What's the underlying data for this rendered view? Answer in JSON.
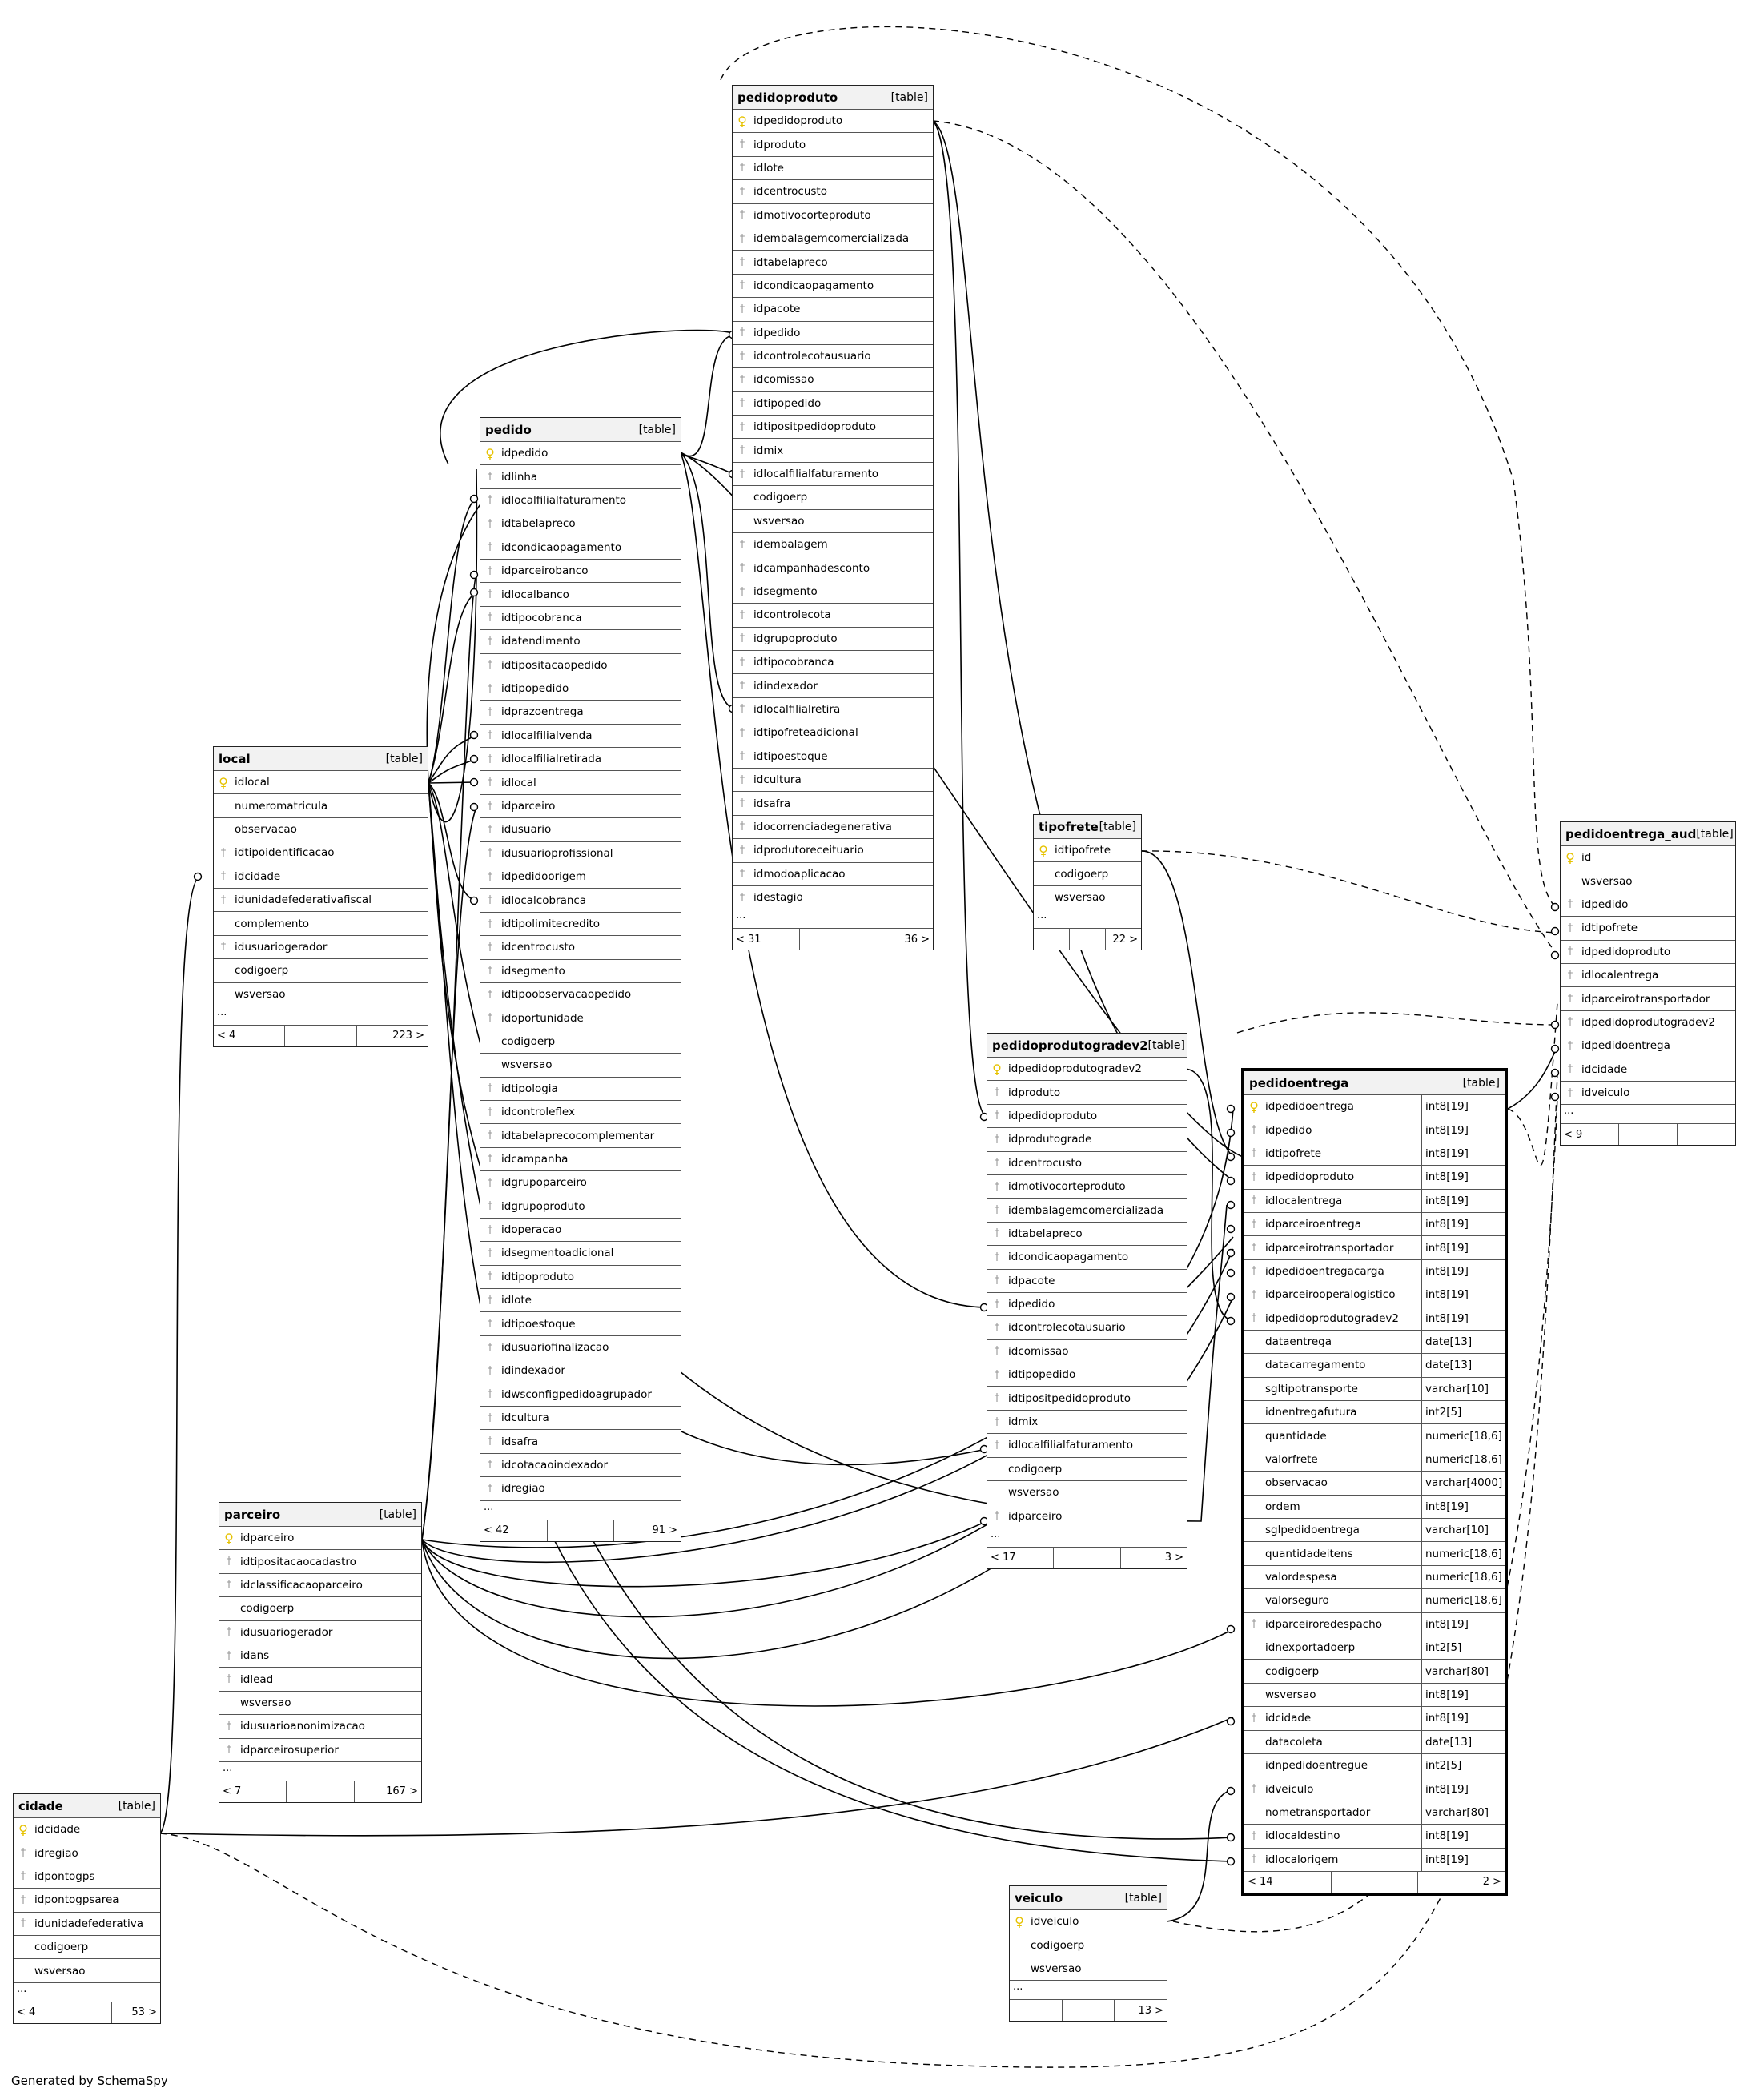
{
  "generated_by": "Generated by SchemaSpy",
  "tables": {
    "pedidoproduto": {
      "name": "pedidoproduto",
      "type": "[table]",
      "rows": [
        {
          "n": "idpedidoproduto",
          "k": "pk"
        },
        {
          "n": "idproduto",
          "k": "fk"
        },
        {
          "n": "idlote",
          "k": "fk"
        },
        {
          "n": "idcentrocusto",
          "k": "fk"
        },
        {
          "n": "idmotivocorteproduto",
          "k": "fk"
        },
        {
          "n": "idembalagemcomercializada",
          "k": "fk"
        },
        {
          "n": "idtabelapreco",
          "k": "fk"
        },
        {
          "n": "idcondicaopagamento",
          "k": "fk"
        },
        {
          "n": "idpacote",
          "k": "fk"
        },
        {
          "n": "idpedido",
          "k": "fk"
        },
        {
          "n": "idcontrolecotausuario",
          "k": "fk"
        },
        {
          "n": "idcomissao",
          "k": "fk"
        },
        {
          "n": "idtipopedido",
          "k": "fk"
        },
        {
          "n": "idtipositpedidoproduto",
          "k": "fk"
        },
        {
          "n": "idmix",
          "k": "fk"
        },
        {
          "n": "idlocalfilialfaturamento",
          "k": "fk"
        },
        {
          "n": "codigoerp",
          "k": ""
        },
        {
          "n": "wsversao",
          "k": ""
        },
        {
          "n": "idembalagem",
          "k": "fk"
        },
        {
          "n": "idcampanhadesconto",
          "k": "fk"
        },
        {
          "n": "idsegmento",
          "k": "fk"
        },
        {
          "n": "idcontrolecota",
          "k": "fk"
        },
        {
          "n": "idgrupoproduto",
          "k": "fk"
        },
        {
          "n": "idtipocobranca",
          "k": "fk"
        },
        {
          "n": "idindexador",
          "k": "fk"
        },
        {
          "n": "idlocalfilialretira",
          "k": "fk"
        },
        {
          "n": "idtipofreteadicional",
          "k": "fk"
        },
        {
          "n": "idtipoestoque",
          "k": "fk"
        },
        {
          "n": "idcultura",
          "k": "fk"
        },
        {
          "n": "idsafra",
          "k": "fk"
        },
        {
          "n": "idocorrenciadegenerativa",
          "k": "fk"
        },
        {
          "n": "idprodutoreceituario",
          "k": "fk"
        },
        {
          "n": "idmodoaplicacao",
          "k": "fk"
        },
        {
          "n": "idestagio",
          "k": "fk"
        }
      ],
      "more": "...",
      "foot": [
        "< 31",
        "",
        "36 >"
      ]
    },
    "pedido": {
      "name": "pedido",
      "type": "[table]",
      "rows": [
        {
          "n": "idpedido",
          "k": "pk"
        },
        {
          "n": "idlinha",
          "k": "fk"
        },
        {
          "n": "idlocalfilialfaturamento",
          "k": "fk"
        },
        {
          "n": "idtabelapreco",
          "k": "fk"
        },
        {
          "n": "idcondicaopagamento",
          "k": "fk"
        },
        {
          "n": "idparceirobanco",
          "k": "fk"
        },
        {
          "n": "idlocalbanco",
          "k": "fk"
        },
        {
          "n": "idtipocobranca",
          "k": "fk"
        },
        {
          "n": "idatendimento",
          "k": "fk"
        },
        {
          "n": "idtipositacaopedido",
          "k": "fk"
        },
        {
          "n": "idtipopedido",
          "k": "fk"
        },
        {
          "n": "idprazoentrega",
          "k": "fk"
        },
        {
          "n": "idlocalfilialvenda",
          "k": "fk"
        },
        {
          "n": "idlocalfilialretirada",
          "k": "fk"
        },
        {
          "n": "idlocal",
          "k": "fk"
        },
        {
          "n": "idparceiro",
          "k": "fk"
        },
        {
          "n": "idusuario",
          "k": "fk"
        },
        {
          "n": "idusuarioprofissional",
          "k": "fk"
        },
        {
          "n": "idpedidoorigem",
          "k": "fk"
        },
        {
          "n": "idlocalcobranca",
          "k": "fk"
        },
        {
          "n": "idtipolimitecredito",
          "k": "fk"
        },
        {
          "n": "idcentrocusto",
          "k": "fk"
        },
        {
          "n": "idsegmento",
          "k": "fk"
        },
        {
          "n": "idtipoobservacaopedido",
          "k": "fk"
        },
        {
          "n": "idoportunidade",
          "k": "fk"
        },
        {
          "n": "codigoerp",
          "k": ""
        },
        {
          "n": "wsversao",
          "k": ""
        },
        {
          "n": "idtipologia",
          "k": "fk"
        },
        {
          "n": "idcontroleflex",
          "k": "fk"
        },
        {
          "n": "idtabelaprecocomplementar",
          "k": "fk"
        },
        {
          "n": "idcampanha",
          "k": "fk"
        },
        {
          "n": "idgrupoparceiro",
          "k": "fk"
        },
        {
          "n": "idgrupoproduto",
          "k": "fk"
        },
        {
          "n": "idoperacao",
          "k": "fk"
        },
        {
          "n": "idsegmentoadicional",
          "k": "fk"
        },
        {
          "n": "idtipoproduto",
          "k": "fk"
        },
        {
          "n": "idlote",
          "k": "fk"
        },
        {
          "n": "idtipoestoque",
          "k": "fk"
        },
        {
          "n": "idusuariofinalizacao",
          "k": "fk"
        },
        {
          "n": "idindexador",
          "k": "fk"
        },
        {
          "n": "idwsconfigpedidoagrupador",
          "k": "fk"
        },
        {
          "n": "idcultura",
          "k": "fk"
        },
        {
          "n": "idsafra",
          "k": "fk"
        },
        {
          "n": "idcotacaoindexador",
          "k": "fk"
        },
        {
          "n": "idregiao",
          "k": "fk"
        }
      ],
      "more": "...",
      "foot": [
        "< 42",
        "",
        "91 >"
      ]
    },
    "local": {
      "name": "local",
      "type": "[table]",
      "rows": [
        {
          "n": "idlocal",
          "k": "pk"
        },
        {
          "n": "numeromatricula",
          "k": ""
        },
        {
          "n": "observacao",
          "k": ""
        },
        {
          "n": "idtipoidentificacao",
          "k": "fk"
        },
        {
          "n": "idcidade",
          "k": "fk"
        },
        {
          "n": "idunidadefederativafiscal",
          "k": "fk"
        },
        {
          "n": "complemento",
          "k": ""
        },
        {
          "n": "idusuariogerador",
          "k": "fk"
        },
        {
          "n": "codigoerp",
          "k": ""
        },
        {
          "n": "wsversao",
          "k": ""
        }
      ],
      "more": "...",
      "foot": [
        "< 4",
        "",
        "223 >"
      ]
    },
    "parceiro": {
      "name": "parceiro",
      "type": "[table]",
      "rows": [
        {
          "n": "idparceiro",
          "k": "pk"
        },
        {
          "n": "idtipositacaocadastro",
          "k": "fk"
        },
        {
          "n": "idclassificacaoparceiro",
          "k": "fk"
        },
        {
          "n": "codigoerp",
          "k": ""
        },
        {
          "n": "idusuariogerador",
          "k": "fk"
        },
        {
          "n": "idans",
          "k": "fk"
        },
        {
          "n": "idlead",
          "k": "fk"
        },
        {
          "n": "wsversao",
          "k": ""
        },
        {
          "n": "idusuarioanonimizacao",
          "k": "fk"
        },
        {
          "n": "idparceirosuperior",
          "k": "fk"
        }
      ],
      "more": "...",
      "foot": [
        "< 7",
        "",
        "167 >"
      ]
    },
    "cidade": {
      "name": "cidade",
      "type": "[table]",
      "rows": [
        {
          "n": "idcidade",
          "k": "pk"
        },
        {
          "n": "idregiao",
          "k": "fk"
        },
        {
          "n": "idpontogps",
          "k": "fk"
        },
        {
          "n": "idpontogpsarea",
          "k": "fk"
        },
        {
          "n": "idunidadefederativa",
          "k": "fk"
        },
        {
          "n": "codigoerp",
          "k": ""
        },
        {
          "n": "wsversao",
          "k": ""
        }
      ],
      "more": "...",
      "foot": [
        "< 4",
        "",
        "53 >"
      ]
    },
    "tipofrete": {
      "name": "tipofrete",
      "type": "[table]",
      "rows": [
        {
          "n": "idtipofrete",
          "k": "pk"
        },
        {
          "n": "codigoerp",
          "k": ""
        },
        {
          "n": "wsversao",
          "k": ""
        }
      ],
      "more": "...",
      "foot": [
        "",
        "",
        "22 >"
      ]
    },
    "pedidoprodutogradev2": {
      "name": "pedidoprodutogradev2",
      "type": "[table]",
      "rows": [
        {
          "n": "idpedidoprodutogradev2",
          "k": "pk"
        },
        {
          "n": "idproduto",
          "k": "fk"
        },
        {
          "n": "idpedidoproduto",
          "k": "fk"
        },
        {
          "n": "idprodutograde",
          "k": "fk"
        },
        {
          "n": "idcentrocusto",
          "k": "fk"
        },
        {
          "n": "idmotivocorteproduto",
          "k": "fk"
        },
        {
          "n": "idembalagemcomercializada",
          "k": "fk"
        },
        {
          "n": "idtabelapreco",
          "k": "fk"
        },
        {
          "n": "idcondicaopagamento",
          "k": "fk"
        },
        {
          "n": "idpacote",
          "k": "fk"
        },
        {
          "n": "idpedido",
          "k": "fk"
        },
        {
          "n": "idcontrolecotausuario",
          "k": "fk"
        },
        {
          "n": "idcomissao",
          "k": "fk"
        },
        {
          "n": "idtipopedido",
          "k": "fk"
        },
        {
          "n": "idtipositpedidoproduto",
          "k": "fk"
        },
        {
          "n": "idmix",
          "k": "fk"
        },
        {
          "n": "idlocalfilialfaturamento",
          "k": "fk"
        },
        {
          "n": "codigoerp",
          "k": ""
        },
        {
          "n": "wsversao",
          "k": ""
        },
        {
          "n": "idparceiro",
          "k": "fk"
        }
      ],
      "more": "...",
      "foot": [
        "< 17",
        "",
        "3 >"
      ]
    },
    "pedidoentrega": {
      "name": "pedidoentrega",
      "type": "[table]",
      "rows": [
        {
          "n": "idpedidoentrega",
          "k": "pk",
          "t": "int8[19]"
        },
        {
          "n": "idpedido",
          "k": "fk",
          "t": "int8[19]"
        },
        {
          "n": "idtipofrete",
          "k": "fk",
          "t": "int8[19]"
        },
        {
          "n": "idpedidoproduto",
          "k": "fk",
          "t": "int8[19]"
        },
        {
          "n": "idlocalentrega",
          "k": "fk",
          "t": "int8[19]"
        },
        {
          "n": "idparceiroentrega",
          "k": "fk",
          "t": "int8[19]"
        },
        {
          "n": "idparceirotransportador",
          "k": "fk",
          "t": "int8[19]"
        },
        {
          "n": "idpedidoentregacarga",
          "k": "fk",
          "t": "int8[19]"
        },
        {
          "n": "idparceirooperalogistico",
          "k": "fk",
          "t": "int8[19]"
        },
        {
          "n": "idpedidoprodutogradev2",
          "k": "fk",
          "t": "int8[19]"
        },
        {
          "n": "dataentrega",
          "k": "",
          "t": "date[13]"
        },
        {
          "n": "datacarregamento",
          "k": "",
          "t": "date[13]"
        },
        {
          "n": "sgltipotransporte",
          "k": "",
          "t": "varchar[10]"
        },
        {
          "n": "idnentregafutura",
          "k": "",
          "t": "int2[5]"
        },
        {
          "n": "quantidade",
          "k": "",
          "t": "numeric[18,6]"
        },
        {
          "n": "valorfrete",
          "k": "",
          "t": "numeric[18,6]"
        },
        {
          "n": "observacao",
          "k": "",
          "t": "varchar[4000]"
        },
        {
          "n": "ordem",
          "k": "",
          "t": "int8[19]"
        },
        {
          "n": "sglpedidoentrega",
          "k": "",
          "t": "varchar[10]"
        },
        {
          "n": "quantidadeitens",
          "k": "",
          "t": "numeric[18,6]"
        },
        {
          "n": "valordespesa",
          "k": "",
          "t": "numeric[18,6]"
        },
        {
          "n": "valorseguro",
          "k": "",
          "t": "numeric[18,6]"
        },
        {
          "n": "idparceiroredespacho",
          "k": "fk",
          "t": "int8[19]"
        },
        {
          "n": "idnexportadoerp",
          "k": "",
          "t": "int2[5]"
        },
        {
          "n": "codigoerp",
          "k": "",
          "t": "varchar[80]"
        },
        {
          "n": "wsversao",
          "k": "",
          "t": "int8[19]"
        },
        {
          "n": "idcidade",
          "k": "fk",
          "t": "int8[19]"
        },
        {
          "n": "datacoleta",
          "k": "",
          "t": "date[13]"
        },
        {
          "n": "idnpedidoentregue",
          "k": "",
          "t": "int2[5]"
        },
        {
          "n": "idveiculo",
          "k": "fk",
          "t": "int8[19]"
        },
        {
          "n": "nometransportador",
          "k": "",
          "t": "varchar[80]"
        },
        {
          "n": "idlocaldestino",
          "k": "fk",
          "t": "int8[19]"
        },
        {
          "n": "idlocalorigem",
          "k": "fk",
          "t": "int8[19]"
        }
      ],
      "more": "",
      "foot": [
        "< 14",
        "",
        "2 >"
      ]
    },
    "veiculo": {
      "name": "veiculo",
      "type": "[table]",
      "rows": [
        {
          "n": "idveiculo",
          "k": "pk"
        },
        {
          "n": "codigoerp",
          "k": ""
        },
        {
          "n": "wsversao",
          "k": ""
        }
      ],
      "more": "...",
      "foot": [
        "",
        "",
        "13 >"
      ]
    },
    "pedidoentrega_aud": {
      "name": "pedidoentrega_aud",
      "type": "[table]",
      "rows": [
        {
          "n": "id",
          "k": "pk"
        },
        {
          "n": "wsversao",
          "k": ""
        },
        {
          "n": "idpedido",
          "k": "fk"
        },
        {
          "n": "idtipofrete",
          "k": "fk"
        },
        {
          "n": "idpedidoproduto",
          "k": "fk"
        },
        {
          "n": "idlocalentrega",
          "k": "fk"
        },
        {
          "n": "idparceirotransportador",
          "k": "fk"
        },
        {
          "n": "idpedidoprodutogradev2",
          "k": "fk"
        },
        {
          "n": "idpedidoentrega",
          "k": "fk"
        },
        {
          "n": "idcidade",
          "k": "fk"
        },
        {
          "n": "idveiculo",
          "k": "fk"
        }
      ],
      "more": "...",
      "foot": [
        "< 9",
        "",
        ""
      ]
    }
  }
}
